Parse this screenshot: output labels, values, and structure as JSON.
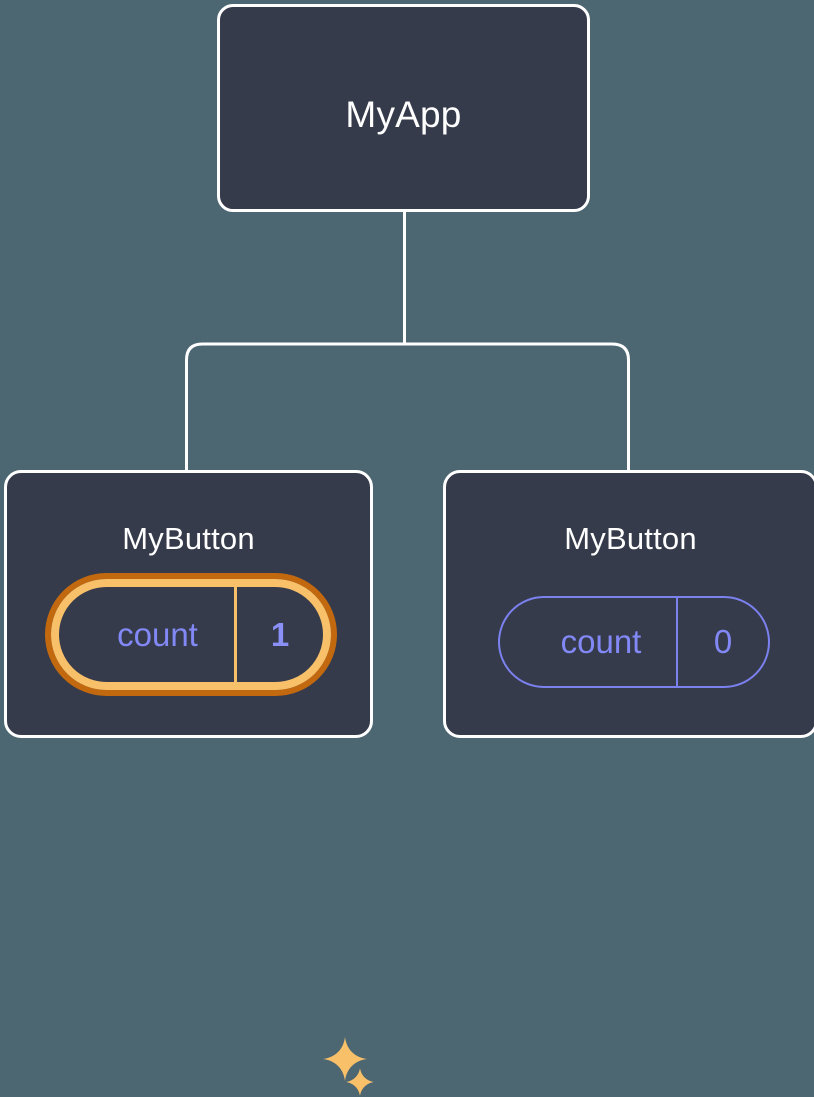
{
  "diagram": {
    "type": "component-tree",
    "background_color": "#4c6672",
    "node_fill_color": "#353b4a",
    "node_border_color": "#ffffff",
    "accent_color": "#8288f5",
    "highlight_outer_color": "#c2690f",
    "highlight_inner_color": "#f9c06a",
    "sparkle_color": "#f9c06a"
  },
  "root": {
    "label": "MyApp"
  },
  "children": [
    {
      "label": "MyButton",
      "state": {
        "key": "count",
        "value": "1"
      },
      "highlighted": true,
      "sparkles": [
        "sparkle-large-icon",
        "sparkle-small-icon"
      ]
    },
    {
      "label": "MyButton",
      "state": {
        "key": "count",
        "value": "0"
      },
      "highlighted": false
    }
  ],
  "edges": {
    "from": "MyApp",
    "to": [
      "MyButton",
      "MyButton"
    ],
    "color": "#ffffff"
  }
}
